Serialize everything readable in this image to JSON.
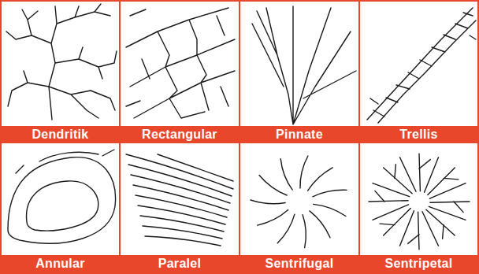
{
  "diagram": {
    "nodes": [
      {
        "text": [
          "Dendritik"
        ]
      },
      {
        "text": [
          "Rectangular"
        ]
      },
      {
        "text": [
          "Pinnate"
        ]
      },
      {
        "text": [
          "Trellis"
        ]
      },
      {
        "text": [
          "Annular"
        ]
      },
      {
        "text": [
          "Paralel"
        ]
      },
      {
        "text": [
          "Sentrifugal"
        ]
      },
      {
        "text": [
          "Sentripetal"
        ]
      }
    ]
  }
}
